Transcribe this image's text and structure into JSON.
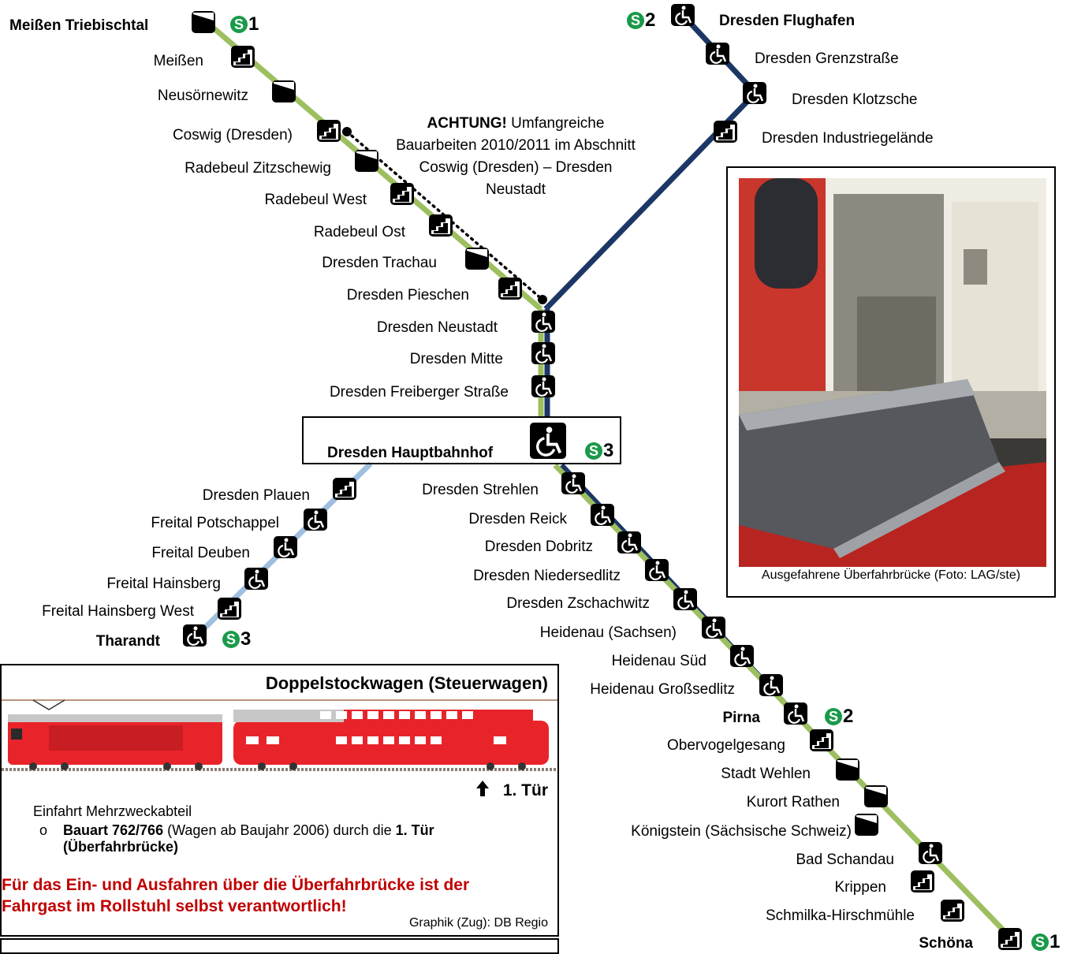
{
  "colors": {
    "s1": "#9dbf60",
    "s2": "#1c3766",
    "s3": "#9ebfde",
    "sbahn_green": "#1a9a4a",
    "warning": "#c00000"
  },
  "lines": {
    "s1_north": [
      "Meißen Triebischtal",
      "Meißen",
      "Neusörnewitz",
      "Coswig (Dresden)",
      "Radebeul Zitzschewig",
      "Radebeul West",
      "Radebeul Ost",
      "Dresden Trachau",
      "Dresden Pieschen",
      "Dresden Neustadt",
      "Dresden Mitte",
      "Dresden Freiberger Straße",
      "Dresden Hauptbahnhof"
    ],
    "s2_north": [
      "Dresden Flughafen",
      "Dresden Grenzstraße",
      "Dresden Klotzsche",
      "Dresden Industriegelände",
      "Dresden Neustadt"
    ],
    "s3": [
      "Dresden Hauptbahnhof",
      "Dresden Plauen",
      "Freital Potschappel",
      "Freital Deuben",
      "Freital Hainsberg",
      "Freital Hainsberg West",
      "Tharandt"
    ],
    "s1_south": [
      "Dresden Hauptbahnhof",
      "Dresden Strehlen",
      "Dresden Reick",
      "Dresden Dobritz",
      "Dresden Niedersedlitz",
      "Dresden Zschachwitz",
      "Heidenau (Sachsen)",
      "Heidenau Süd",
      "Heidenau Großsedlitz",
      "Pirna",
      "Obervogelgesang",
      "Stadt Wehlen",
      "Kurort Rathen",
      "Königstein (Sächsische Schweiz)",
      "Bad Schandau",
      "Krippen",
      "Schmilka-Hirschmühle",
      "Schöna"
    ]
  },
  "stations": [
    {
      "name": "Meißen Triebischtal",
      "bold": true,
      "access": "half"
    },
    {
      "name": "Meißen",
      "bold": false,
      "access": "step"
    },
    {
      "name": "Neusörnewitz",
      "bold": false,
      "access": "half"
    },
    {
      "name": "Coswig (Dresden)",
      "bold": false,
      "access": "step"
    },
    {
      "name": "Radebeul Zitzschewig",
      "bold": false,
      "access": "half"
    },
    {
      "name": "Radebeul West",
      "bold": false,
      "access": "step"
    },
    {
      "name": "Radebeul Ost",
      "bold": false,
      "access": "step"
    },
    {
      "name": "Dresden Trachau",
      "bold": false,
      "access": "half"
    },
    {
      "name": "Dresden Pieschen",
      "bold": false,
      "access": "step"
    },
    {
      "name": "Dresden Neustadt",
      "bold": false,
      "access": "wheelchair"
    },
    {
      "name": "Dresden Mitte",
      "bold": false,
      "access": "wheelchair"
    },
    {
      "name": "Dresden Freiberger Straße",
      "bold": false,
      "access": "wheelchair"
    },
    {
      "name": "Dresden Hauptbahnhof",
      "bold": true,
      "access": "wheelchair"
    },
    {
      "name": "Dresden Flughafen",
      "bold": true,
      "access": "wheelchair"
    },
    {
      "name": "Dresden Grenzstraße",
      "bold": false,
      "access": "wheelchair"
    },
    {
      "name": "Dresden Klotzsche",
      "bold": false,
      "access": "wheelchair"
    },
    {
      "name": "Dresden Industriegelände",
      "bold": false,
      "access": "step"
    },
    {
      "name": "Dresden Plauen",
      "bold": false,
      "access": "step"
    },
    {
      "name": "Freital Potschappel",
      "bold": false,
      "access": "wheelchair"
    },
    {
      "name": "Freital Deuben",
      "bold": false,
      "access": "wheelchair"
    },
    {
      "name": "Freital Hainsberg",
      "bold": false,
      "access": "wheelchair"
    },
    {
      "name": "Freital Hainsberg West",
      "bold": false,
      "access": "step"
    },
    {
      "name": "Tharandt",
      "bold": true,
      "access": "wheelchair"
    },
    {
      "name": "Dresden Strehlen",
      "bold": false,
      "access": "wheelchair"
    },
    {
      "name": "Dresden Reick",
      "bold": false,
      "access": "wheelchair"
    },
    {
      "name": "Dresden Dobritz",
      "bold": false,
      "access": "wheelchair"
    },
    {
      "name": "Dresden Niedersedlitz",
      "bold": false,
      "access": "wheelchair"
    },
    {
      "name": "Dresden Zschachwitz",
      "bold": false,
      "access": "wheelchair"
    },
    {
      "name": "Heidenau (Sachsen)",
      "bold": false,
      "access": "wheelchair"
    },
    {
      "name": "Heidenau Süd",
      "bold": false,
      "access": "wheelchair"
    },
    {
      "name": "Heidenau Großsedlitz",
      "bold": false,
      "access": "wheelchair"
    },
    {
      "name": "Pirna",
      "bold": true,
      "access": "wheelchair"
    },
    {
      "name": "Obervogelgesang",
      "bold": false,
      "access": "step"
    },
    {
      "name": "Stadt Wehlen",
      "bold": false,
      "access": "half"
    },
    {
      "name": "Kurort Rathen",
      "bold": false,
      "access": "half"
    },
    {
      "name": "Königstein (Sächsische Schweiz)",
      "bold": false,
      "access": "half"
    },
    {
      "name": "Bad Schandau",
      "bold": false,
      "access": "wheelchair"
    },
    {
      "name": "Krippen",
      "bold": false,
      "access": "step"
    },
    {
      "name": "Schmilka-Hirschmühle",
      "bold": false,
      "access": "step"
    },
    {
      "name": "Schöna",
      "bold": true,
      "access": "step"
    }
  ],
  "badges": {
    "s1_top": "1",
    "s2_top": "2",
    "s3_hbf": "3",
    "s3_tharandt": "3",
    "s2_pirna": "2",
    "s1_schoena": "1"
  },
  "badge_s": "S",
  "notice": {
    "lead": "ACHTUNG!",
    "text": "Umfangreiche Bauarbeiten 2010/2011 im Abschnitt Coswig (Dresden) – Dresden Neustadt"
  },
  "photo_caption": "Ausgefahrene Überfahrbrücke (Foto: LAG/ste)",
  "info": {
    "title": "Doppelstockwagen (Steuerwagen)",
    "door": "1. Tür",
    "line1": "Einfahrt Mehrzweckabteil",
    "bullet": "o",
    "line2_b1": "Bauart 762/766",
    "line2_t1": " (Wagen ab Baujahr 2006) durch die ",
    "line2_b2": "1. Tür",
    "line2_b3": "(Überfahrbrücke)",
    "warning1": "Für das Ein- und Ausfahren über die Überfahrbrücke ist der",
    "warning2": "Fahrgast im Rollstuhl selbst verantwortlich!",
    "credit": "Graphik (Zug): DB Regio"
  }
}
